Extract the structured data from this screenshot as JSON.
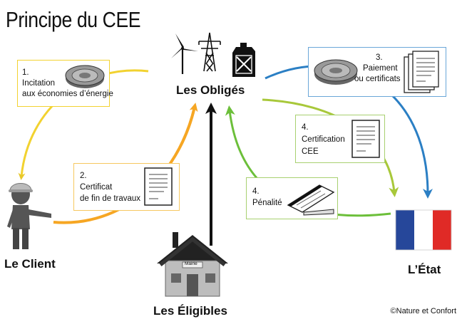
{
  "title": "Principe du CEE",
  "actors": {
    "obliges": "Les Obligés",
    "client": "Le Client",
    "eligibles": "Les Éligibles",
    "etat": "L’État"
  },
  "steps": {
    "incitation": {
      "number": "1.",
      "line1": "Incitation",
      "line2": "aux économies d’énergie"
    },
    "certificat_travaux": {
      "number": "2.",
      "line1": "Certificat",
      "line2": "de fin de travaux"
    },
    "paiement": {
      "number": "3.",
      "line1": "Paiement",
      "line2": "ou certificats"
    },
    "certification": {
      "number": "4.",
      "line1": "Certification",
      "line2": "CEE"
    },
    "penalite": {
      "number": "4.",
      "line1": "Pénalité"
    }
  },
  "house_sign": "Mairie",
  "copyright": "©Nature et Confort",
  "colors": {
    "yellow": "#f2d230",
    "orange": "#f6a623",
    "blue": "#2b7fc4",
    "green": "#6cbf3a",
    "yellow_green": "#a8c83a",
    "black": "#111111",
    "flag_blue": "#26479a",
    "flag_red": "#e02a26"
  },
  "icons": [
    "wind-turbine-icon",
    "pylon-icon",
    "jerrycan-icon",
    "coins-icon",
    "document-icon",
    "checkbook-icon",
    "worker-icon",
    "house-icon",
    "flag-france-icon"
  ]
}
